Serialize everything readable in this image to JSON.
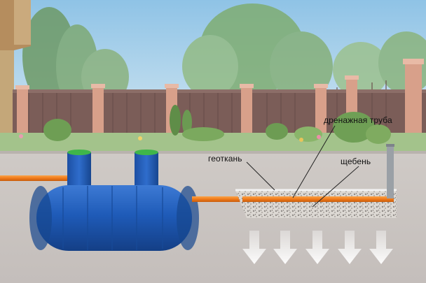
{
  "labels": {
    "drainage_pipe": "дренажная труба",
    "geotextile": "геоткань",
    "gravel": "щебень"
  },
  "colors": {
    "tank_blue": "#1f5bb8",
    "lid_green": "#3fb64a",
    "pipe_orange": "#f07a1a",
    "soil": "#c8c2bd",
    "gravel_bed": "#d8d4d0",
    "arrow": "#ffffff"
  },
  "icons": {
    "down_arrows": "arrow-down-icon"
  }
}
